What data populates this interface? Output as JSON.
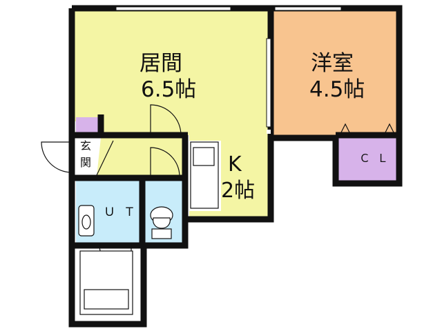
{
  "rooms": {
    "living": {
      "name": "居間",
      "size": "6.5帖"
    },
    "western": {
      "name": "洋室",
      "size": "4.5帖"
    },
    "kitchen": {
      "name": "K",
      "size": "2帖"
    },
    "entrance": {
      "line1": "玄",
      "line2": "関"
    },
    "unit_bath": {
      "name": "ＵＴ"
    },
    "closet": {
      "name": "ＣＬ"
    }
  },
  "colors": {
    "living": "#f4f5a4",
    "western": "#f8c48f",
    "utility": "#c8ecfa",
    "closet": "#d7b3ea",
    "wall": "#111111",
    "floor_plain": "#ffffff"
  }
}
